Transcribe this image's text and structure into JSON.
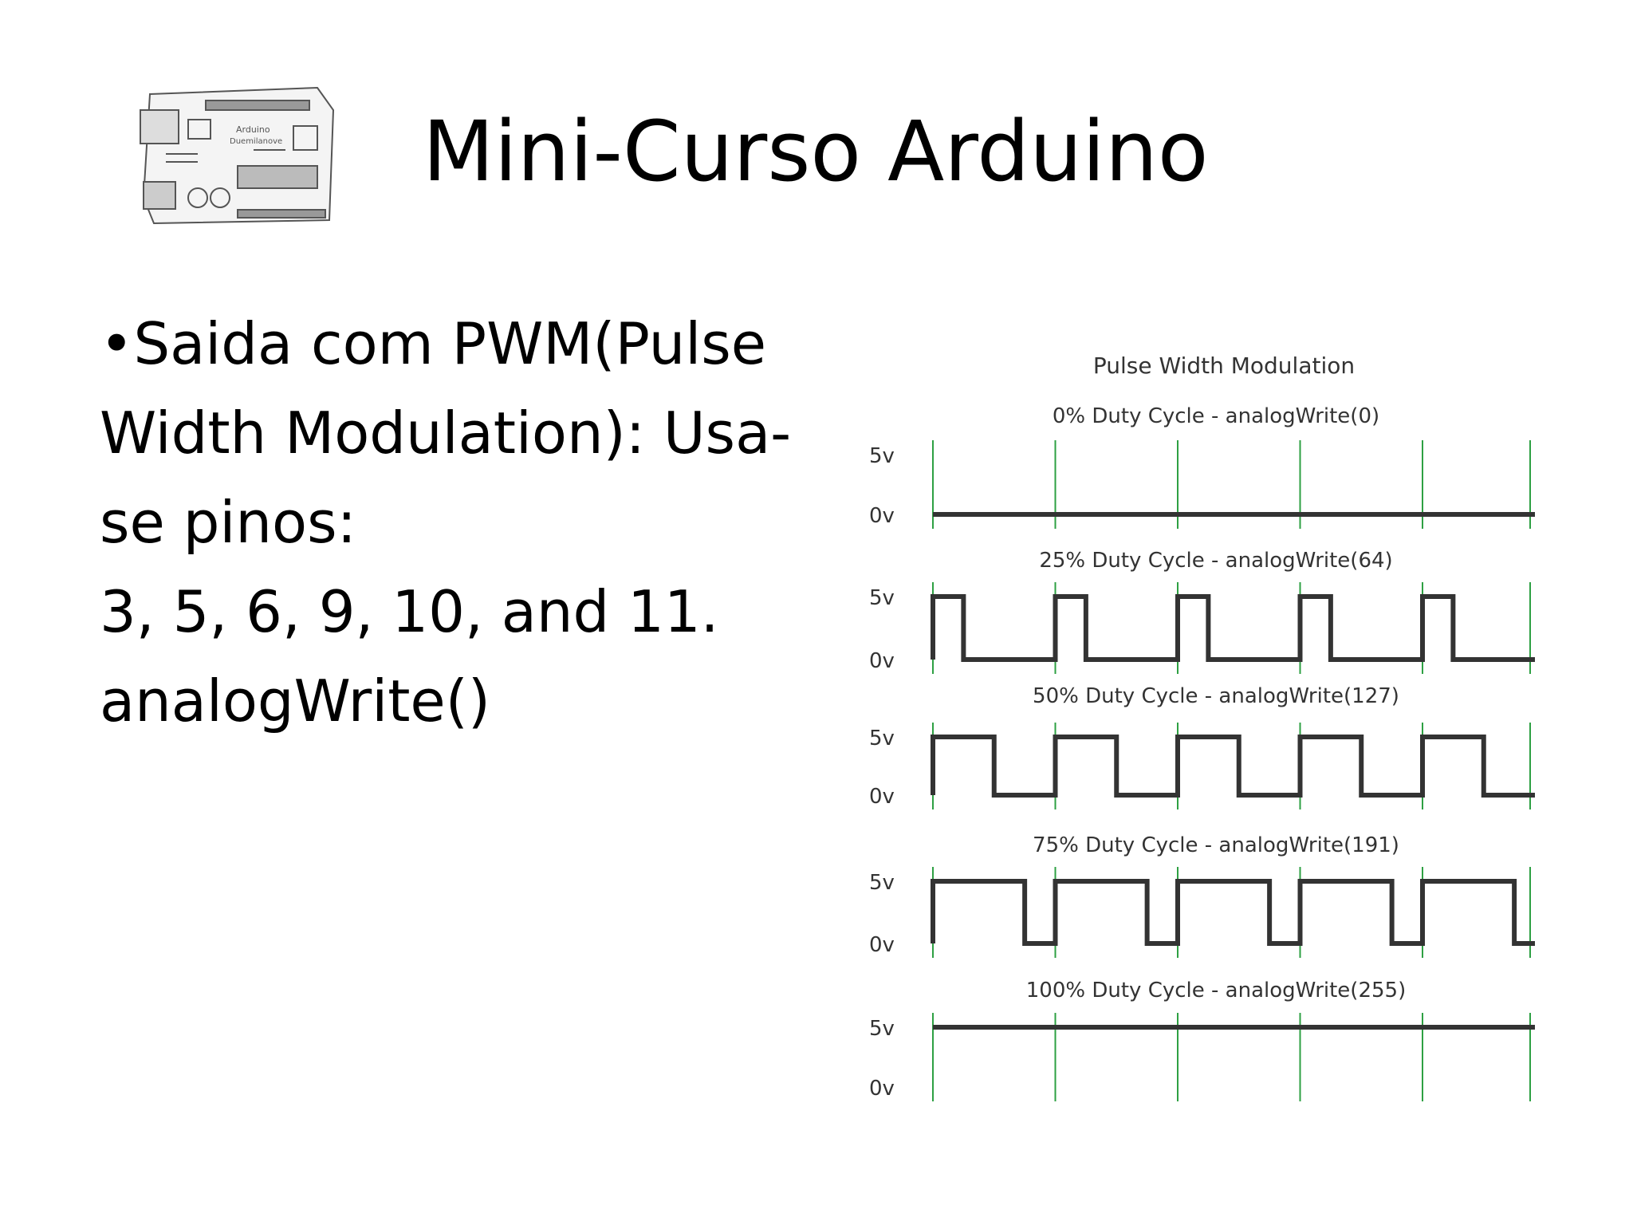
{
  "slide": {
    "title": "Mini-Curso Arduino",
    "logo": {
      "icon": "arduino-board-sketch-icon",
      "board_text": [
        "Arduino",
        "Duemilanove"
      ]
    },
    "bullet_lines": [
      "•Saida com PWM(Pulse",
      "Width Modulation): Usa-",
      "se pinos:",
      "3, 5, 6, 9, 10, and 11.",
      "analogWrite()"
    ]
  },
  "diagram": {
    "title": "Pulse Width Modulation",
    "high_label": "5v",
    "low_label": "0v",
    "colors": {
      "signal": "#333333",
      "period_markers": "#2ea043",
      "text": "#333333"
    },
    "periods": 5,
    "waveforms": [
      {
        "label": "0% Duty Cycle - analogWrite(0)",
        "duty": 0
      },
      {
        "label": "25% Duty Cycle - analogWrite(64)",
        "duty": 0.25
      },
      {
        "label": "50% Duty Cycle - analogWrite(127)",
        "duty": 0.5
      },
      {
        "label": "75% Duty Cycle - analogWrite(191)",
        "duty": 0.75
      },
      {
        "label": "100% Duty Cycle - analogWrite(255)",
        "duty": 1
      }
    ]
  }
}
